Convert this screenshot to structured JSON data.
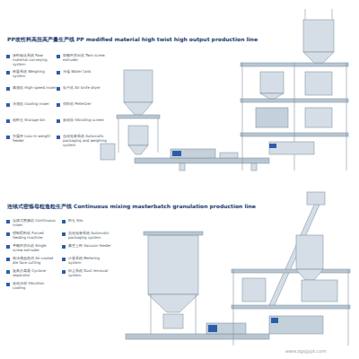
{
  "diagram": {
    "labels": [
      "PP改性料高扭高产量生产线 PP modified material high twist high output production line",
      "原料输送系统 Raw material conveying system",
      "称重系统 Weighing system",
      "高混机 High-speed mixer",
      "冷混机 Cooling mixer",
      "储料仓 Storage bin",
      "失重秤 Loss-in-weight feeder",
      "双螺杆挤出机 Twin screw extruder",
      "水槽 Water tank",
      "吹干机 Air knife dryer",
      "切粒机 Pelletizer",
      "振动筛 Vibrating screen",
      "自动包装系统 Automatic packaging and weighing system",
      "连续式密炼母粒造粒生产线 Continuous mixing masterbatch granulation production line",
      "连续式密炼机 Continuous mixer",
      "强制喂料机 Forced feeding machine",
      "单螺杆挤出机 Single screw extruder",
      "风冷模面热切 Air-cooled die face cutting",
      "旋风分离器 Cyclone separator",
      "振动冷却 Vibration cooling",
      "料仓 Silo",
      "自动包装系统 Automatic packaging system",
      "真空上料 Vacuum feeder",
      "计量系统 Metering system",
      "除尘系统 Dust removal system",
      "www.zgxjjypt.com"
    ]
  }
}
